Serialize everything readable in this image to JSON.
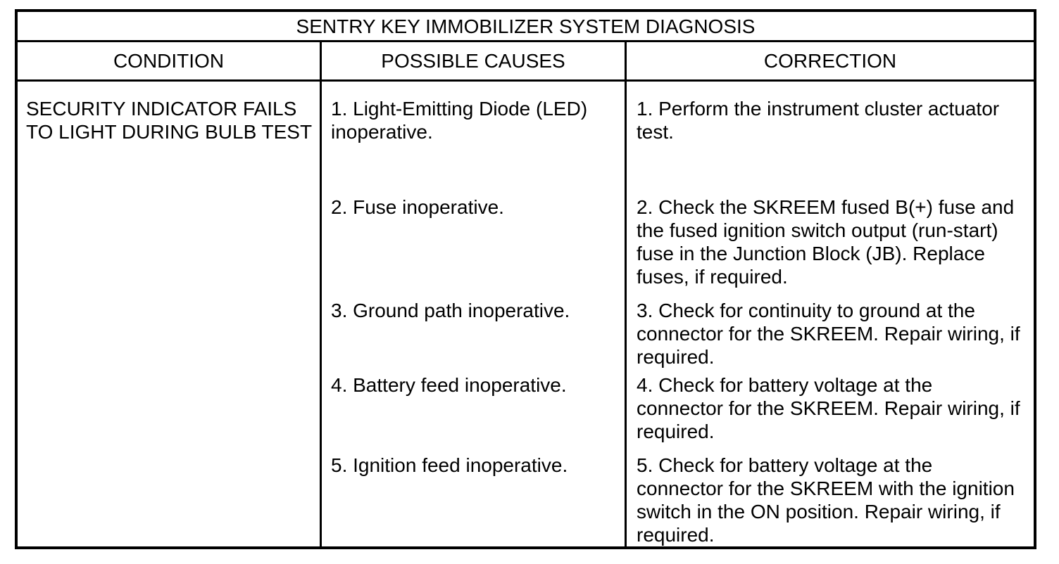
{
  "table": {
    "title": "SENTRY KEY IMMOBILIZER SYSTEM DIAGNOSIS",
    "columns": [
      "CONDITION",
      "POSSIBLE CAUSES",
      "CORRECTION"
    ],
    "condition": "SECURITY INDICATOR FAILS TO LIGHT DURING BULB TEST",
    "rows": [
      {
        "cause": "1. Light-Emitting Diode (LED) inoperative.",
        "correction": "1. Perform the instrument cluster actuator test."
      },
      {
        "cause": "2. Fuse inoperative.",
        "correction": "2. Check the SKREEM fused B(+) fuse and the fused ignition switch output (run-start) fuse in the Junction Block (JB). Replace fuses, if required."
      },
      {
        "cause": "3. Ground path inoperative.",
        "correction": "3. Check for continuity to ground at the connector for the SKREEM. Repair wiring, if required."
      },
      {
        "cause": "4. Battery feed inoperative.",
        "correction": "4. Check for battery voltage at the connector for the SKREEM. Repair wiring, if required."
      },
      {
        "cause": "5. Ignition feed inoperative.",
        "correction": "5. Check for battery voltage at the connector for the SKREEM with the ignition switch in the ON position. Repair wiring, if required."
      }
    ],
    "colors": {
      "border": "#000000",
      "text": "#000000",
      "background": "#ffffff"
    }
  }
}
